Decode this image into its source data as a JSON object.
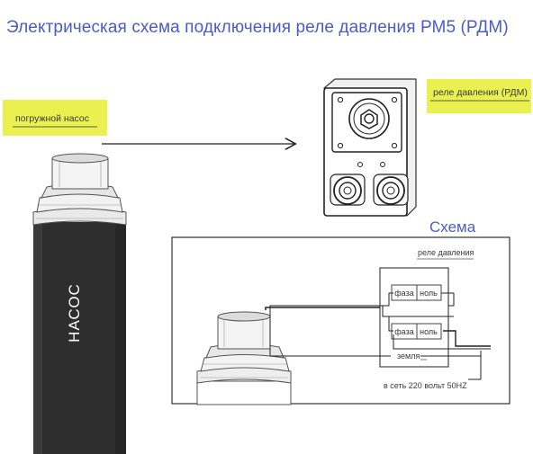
{
  "title": "Электрическая схема подключения реле давления РМ5 (РДМ)",
  "callouts": {
    "pump": "погружной насос",
    "relay": "реле давления (РДМ)"
  },
  "pump_label": "НАСОС",
  "schema": {
    "title": "Схема",
    "relay_label": "реле давления",
    "terminals_top": [
      "фаза",
      "ноль"
    ],
    "terminals_bottom": [
      "фаза",
      "ноль"
    ],
    "ground_label": "земля",
    "network_label": "в сеть 220 вольт 50HZ"
  },
  "colors": {
    "title": "#4a5cc7",
    "highlight": "#e9f04f",
    "pump_body": "#2e2e2e"
  }
}
